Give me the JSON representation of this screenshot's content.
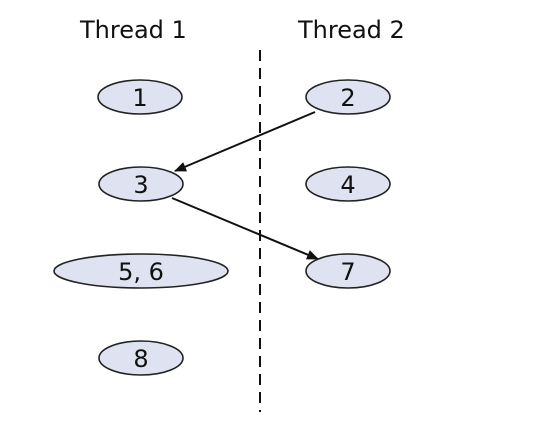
{
  "threads": [
    {
      "label": "Thread 1"
    },
    {
      "label": "Thread 2"
    }
  ],
  "nodes": [
    {
      "id": "n1",
      "label": "1",
      "thread": 1
    },
    {
      "id": "n2",
      "label": "2",
      "thread": 2
    },
    {
      "id": "n3",
      "label": "3",
      "thread": 1
    },
    {
      "id": "n4",
      "label": "4",
      "thread": 2
    },
    {
      "id": "n56",
      "label": "5, 6",
      "thread": 1
    },
    {
      "id": "n7",
      "label": "7",
      "thread": 2
    },
    {
      "id": "n8",
      "label": "8",
      "thread": 1
    }
  ],
  "edges": [
    {
      "from": "2",
      "to": "3"
    },
    {
      "from": "3",
      "to": "7"
    }
  ],
  "colors": {
    "node_fill": "#dfe3f1",
    "node_stroke": "#222222",
    "arrow": "#111111",
    "divider": "#111111"
  }
}
